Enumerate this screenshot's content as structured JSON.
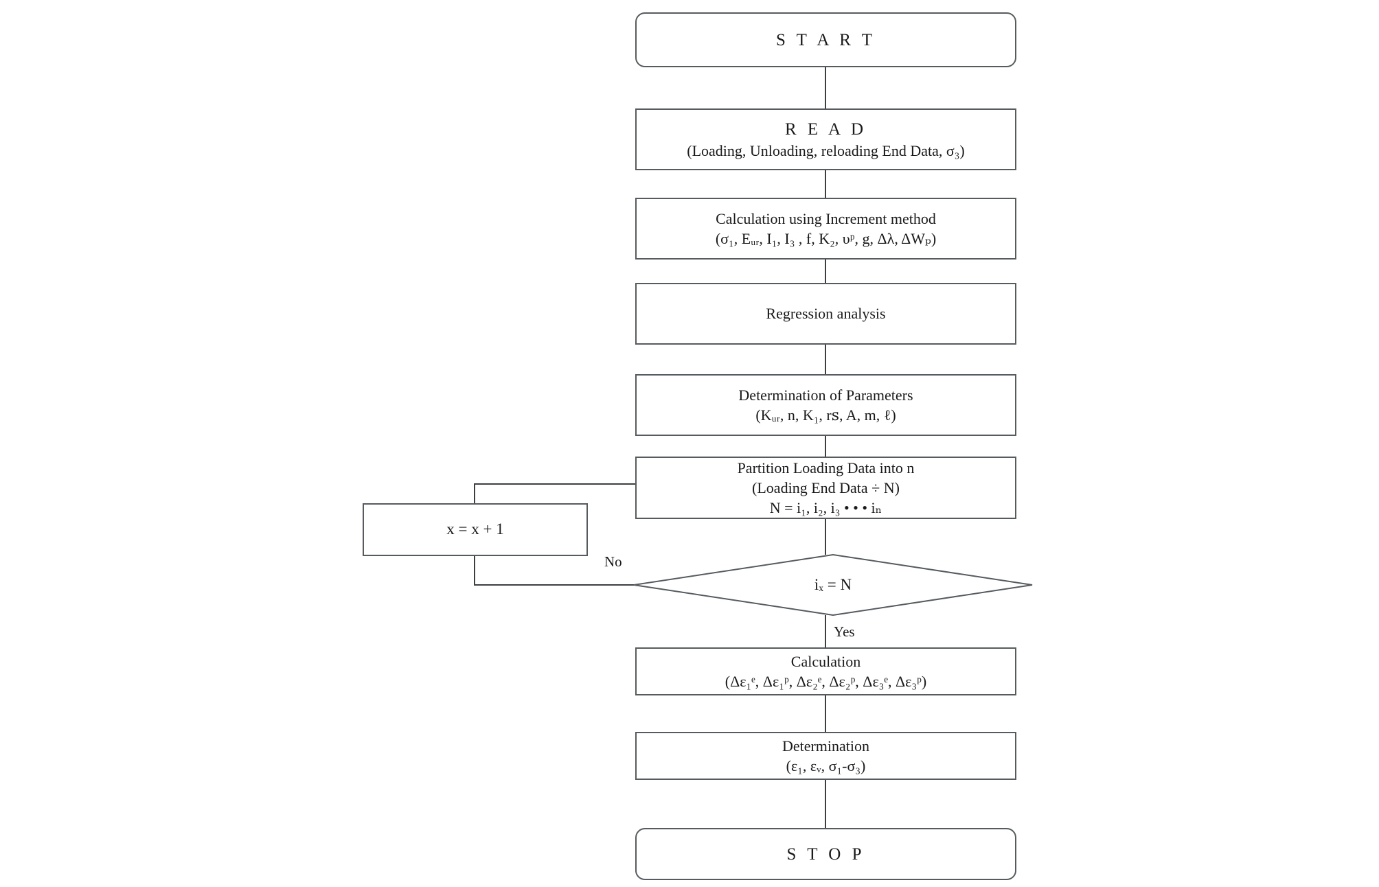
{
  "diagram": {
    "type": "flowchart",
    "title": "Increment method computation flowchart",
    "nodes": [
      {
        "id": "start",
        "shape": "terminator",
        "label": "S T A R T"
      },
      {
        "id": "read",
        "shape": "process",
        "line1": "R E A D",
        "line2": "(Loading, Unloading, reloading End Data, σ₃)"
      },
      {
        "id": "calc_inc",
        "shape": "process",
        "line1": "Calculation  using Increment method",
        "line2": "(σ₁, Eᵤᵣ, I₁, I₃ , f, K₂, υᵖ, g, Δλ, ΔWₚ)"
      },
      {
        "id": "regression",
        "shape": "process",
        "line1": "Regression analysis"
      },
      {
        "id": "params",
        "shape": "process",
        "line1": "Determination  of Parameters",
        "line2": "(Kᵤᵣ, n, K₁, rꜱ, A, m, ℓ)"
      },
      {
        "id": "partition",
        "shape": "process",
        "line1": "Partition Loading Data into n",
        "line2": "(Loading End Data ÷ N)",
        "line3": "N = i₁, i₂, i₃  •   •   •  iₙ"
      },
      {
        "id": "increment",
        "shape": "process",
        "line1": "x = x + 1"
      },
      {
        "id": "decision",
        "shape": "decision",
        "label": "iₓ = N"
      },
      {
        "id": "calc_strain",
        "shape": "process",
        "line1": "Calculation",
        "line2": "(Δε₁ᵉ, Δε₁ᵖ, Δε₂ᵉ, Δε₂ᵖ, Δε₃ᵉ, Δε₃ᵖ)"
      },
      {
        "id": "determine",
        "shape": "process",
        "line1": "Determination",
        "line2": "(ε₁, εᵥ, σ₁-σ₃)"
      },
      {
        "id": "stop",
        "shape": "terminator",
        "label": "S T O P"
      }
    ],
    "edge_labels": {
      "no": "No",
      "yes": "Yes"
    },
    "colors": {
      "stroke": "#555b5e",
      "connector": "#3b3f42",
      "text": "#1a1a1a",
      "background": "#ffffff"
    }
  }
}
